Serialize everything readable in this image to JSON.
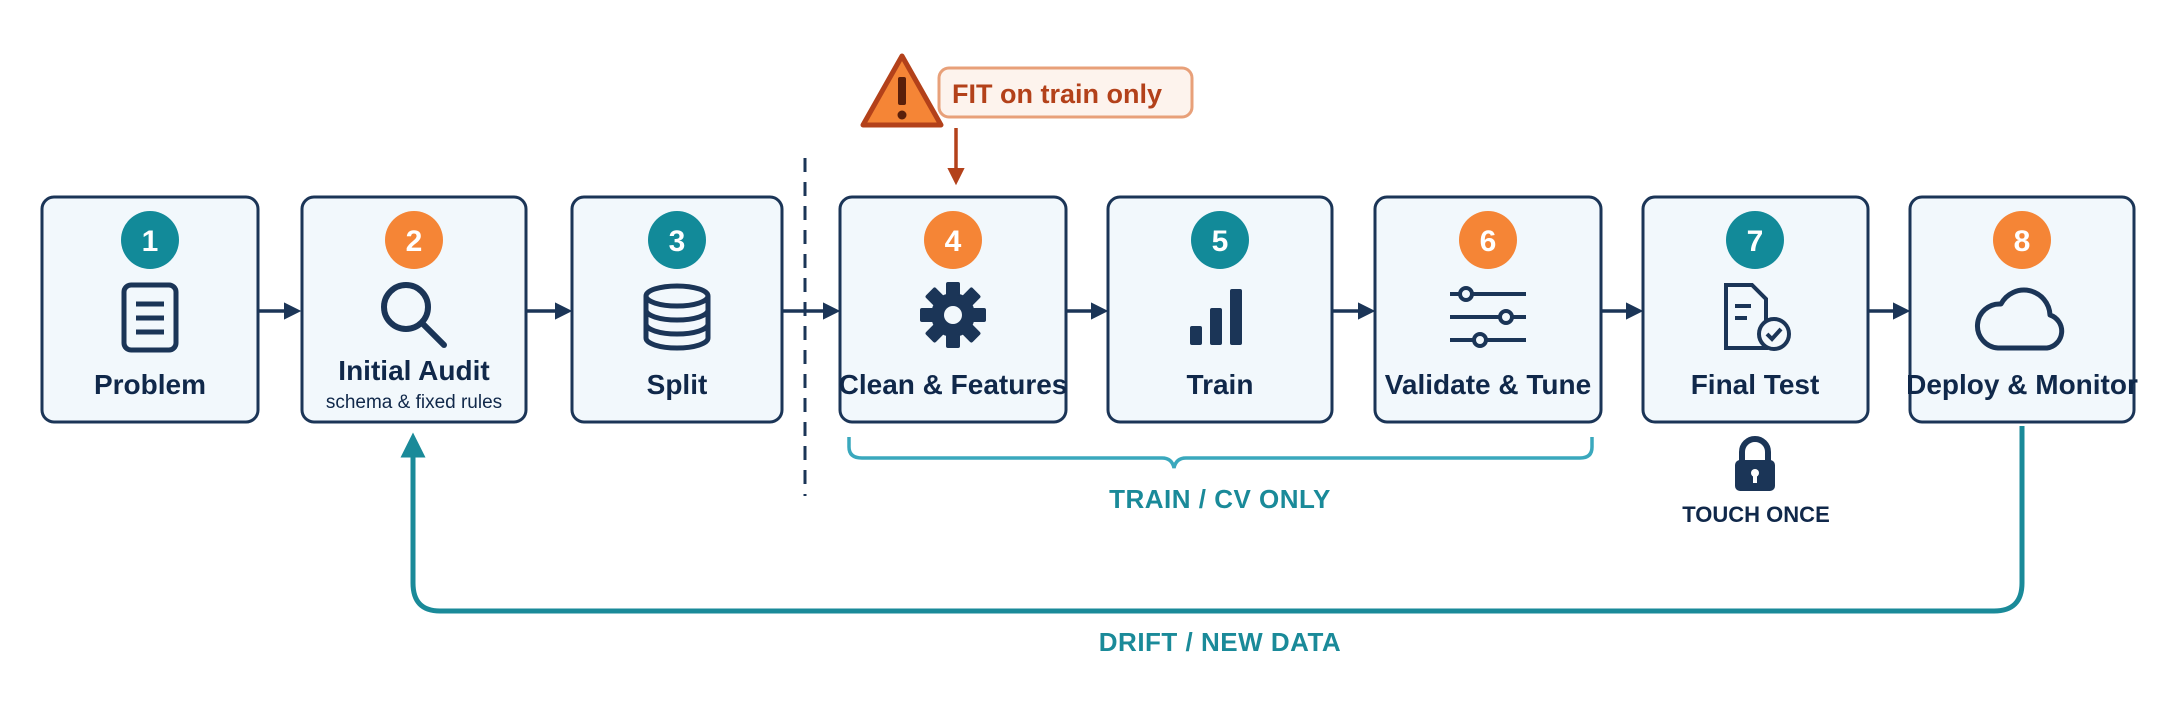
{
  "steps": [
    {
      "number": "1",
      "label": "Problem",
      "sublabel": "",
      "icon": "document-icon",
      "badge_color": "#128a99"
    },
    {
      "number": "2",
      "label": "Initial Audit",
      "sublabel": "schema & fixed rules",
      "icon": "magnifier-icon",
      "badge_color": "#f58536"
    },
    {
      "number": "3",
      "label": "Split",
      "sublabel": "",
      "icon": "database-icon",
      "badge_color": "#128a99"
    },
    {
      "number": "4",
      "label": "Clean & Features",
      "sublabel": "",
      "icon": "gear-icon",
      "badge_color": "#f58536"
    },
    {
      "number": "5",
      "label": "Train",
      "sublabel": "",
      "icon": "bar-chart-icon",
      "badge_color": "#128a99"
    },
    {
      "number": "6",
      "label": "Validate & Tune",
      "sublabel": "",
      "icon": "sliders-icon",
      "badge_color": "#f58536"
    },
    {
      "number": "7",
      "label": "Final Test",
      "sublabel": "",
      "icon": "checked-document-icon",
      "badge_color": "#128a99"
    },
    {
      "number": "8",
      "label": "Deploy & Monitor",
      "sublabel": "",
      "icon": "cloud-icon",
      "badge_color": "#f58536"
    }
  ],
  "warning": {
    "text": "FIT on train only",
    "icon": "warning-icon"
  },
  "train_cv_label": "TRAIN / CV ONLY",
  "touch_once_label": "TOUCH ONCE",
  "lock_icon": "lock-icon",
  "feedback_label": "DRIFT / NEW DATA",
  "colors": {
    "navy": "#1b3557",
    "teal": "#128a99",
    "orange": "#f58536",
    "warning_border": "#e8a079",
    "warning_text": "#b3411a",
    "box_fill": "#f2f8fc"
  }
}
